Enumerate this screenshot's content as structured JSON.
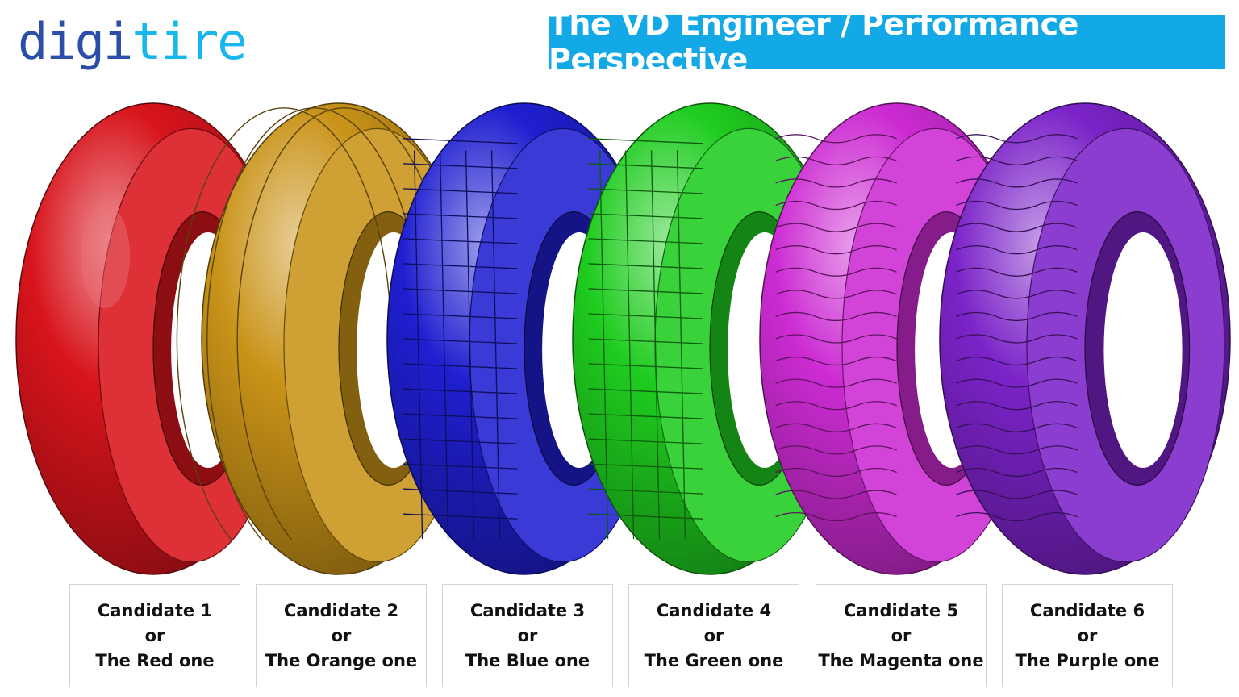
{
  "logo": {
    "part1": "digi",
    "part2": "tire",
    "color1": "#2b4fa8",
    "color2": "#1ab6ee"
  },
  "title": "The VD Engineer / Performance Perspective",
  "title_bg": "#12a9e6",
  "candidates": [
    {
      "line1": "Candidate 1",
      "line2": "or",
      "line3": "The Red one",
      "color": "#d8141c",
      "tread": "slick"
    },
    {
      "line1": "Candidate 2",
      "line2": "or",
      "line3": "The Orange one",
      "color": "#c99318",
      "tread": "grooved"
    },
    {
      "line1": "Candidate 3",
      "line2": "or",
      "line3": "The Blue one",
      "color": "#1f1fd0",
      "tread": "block"
    },
    {
      "line1": "Candidate 4",
      "line2": "or",
      "line3": "The Green one",
      "color": "#1fcc1f",
      "tread": "block"
    },
    {
      "line1": "Candidate 5",
      "line2": "or",
      "line3": "The Magenta one",
      "color": "#cc2bd2",
      "tread": "wave"
    },
    {
      "line1": "Candidate 6",
      "line2": "or",
      "line3": "The Purple one",
      "color": "#7b23c8",
      "tread": "wave"
    }
  ]
}
